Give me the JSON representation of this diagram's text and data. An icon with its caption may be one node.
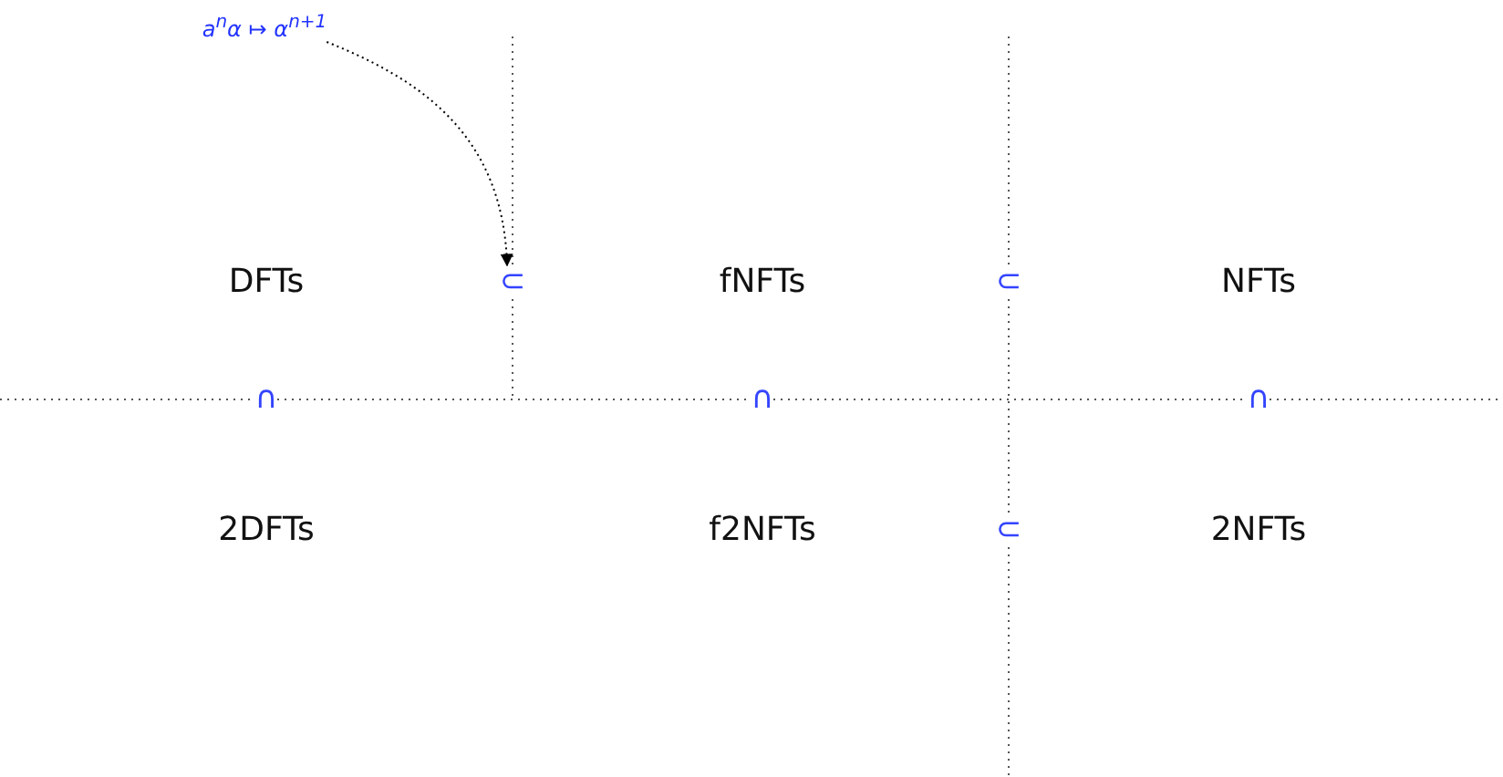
{
  "diagram": {
    "nodes": [
      {
        "text": [
          "a$^{n}$α ↦ α$^{n+1}$"
        ]
      },
      {
        "text": [
          "DFTs"
        ]
      },
      {
        "text": [
          "⊂"
        ]
      },
      {
        "text": [
          "fNFTs"
        ]
      },
      {
        "text": [
          "NFTs"
        ]
      },
      {
        "text": [
          "2DFTs"
        ]
      },
      {
        "text": [
          "f2NFTs"
        ]
      },
      {
        "text": [
          "2NFTs"
        ]
      }
    ],
    "edges": [
      {
        "from": 0,
        "to": 2,
        "arrow": "to"
      }
    ],
    "labels": [
      "⊂",
      "∩",
      "∩",
      "∩",
      "⊂"
    ]
  }
}
